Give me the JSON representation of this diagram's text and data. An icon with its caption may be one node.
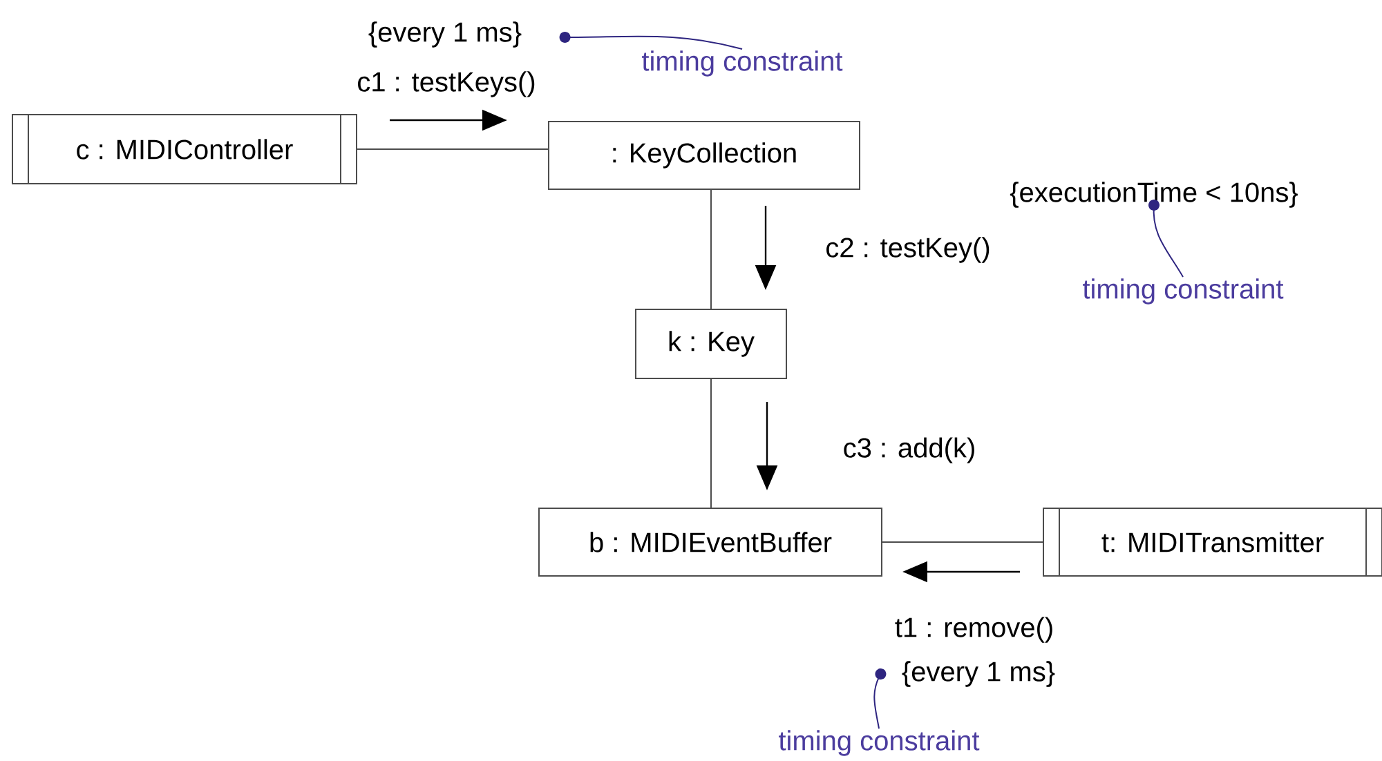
{
  "diagram": {
    "nodes": [
      {
        "text": [
          "c : MIDIController"
        ]
      },
      {
        "text": [
          ": KeyCollection"
        ]
      },
      {
        "text": [
          "k : Key"
        ]
      },
      {
        "text": [
          "b : MIDIEventBuffer"
        ]
      },
      {
        "text": [
          "t: MIDITransmitter"
        ]
      },
      {
        "text": [
          "{every 1 ms}"
        ]
      },
      {
        "text": [
          "timing constraint"
        ]
      },
      {
        "text": [
          "{executionTime < 10ns}"
        ]
      },
      {
        "text": [
          "timing constraint"
        ]
      },
      {
        "text": [
          "{every 1 ms}"
        ]
      },
      {
        "text": [
          "timing constraint"
        ]
      }
    ],
    "edges": [
      {
        "from": 0,
        "to": 1,
        "arrow": "none",
        "label": "c1 : testKeys()"
      },
      {
        "from": 1,
        "to": 2,
        "arrow": "none",
        "label": "c2 : testKey()"
      },
      {
        "from": 2,
        "to": 3,
        "arrow": "none",
        "label": "c3 : add(k)"
      },
      {
        "from": 4,
        "to": 3,
        "arrow": "none",
        "label": "t1 : remove()"
      },
      {
        "from": 6,
        "to": 5,
        "arrow": "other",
        "color": "#2e2580"
      },
      {
        "from": 8,
        "to": 7,
        "arrow": "other",
        "color": "#2e2580"
      },
      {
        "from": 10,
        "to": 9,
        "arrow": "other",
        "color": "#2e2580"
      }
    ]
  }
}
